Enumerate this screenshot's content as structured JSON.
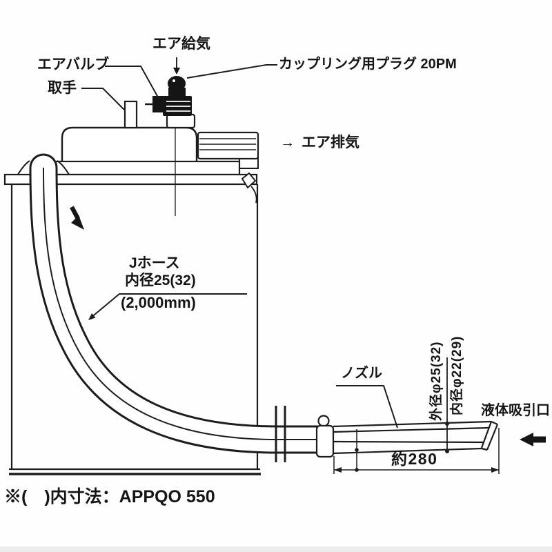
{
  "diagram": {
    "note": "※(　)内寸法：APPQO 550",
    "labels": {
      "air_supply": "エア給気",
      "air_valve": "エアバルブ",
      "handle": "取手",
      "coupling_plug": "カップリング用プラグ 20PM",
      "exhaust_arrow": "→",
      "air_exhaust": "エア排気",
      "hose_name": "Jホース",
      "hose_bore": "内径25(32)",
      "hose_length": "(2,000mm)",
      "nozzle": "ノズル",
      "outer_diameter": "外径φ25(32)",
      "inner_diameter": "内径φ22(29)",
      "suction_port": "液体吸引口",
      "nozzle_length": "約280"
    },
    "colors": {
      "line": "#1c1c1c",
      "fill_dark": "#151515",
      "background": "#ffffff"
    }
  }
}
